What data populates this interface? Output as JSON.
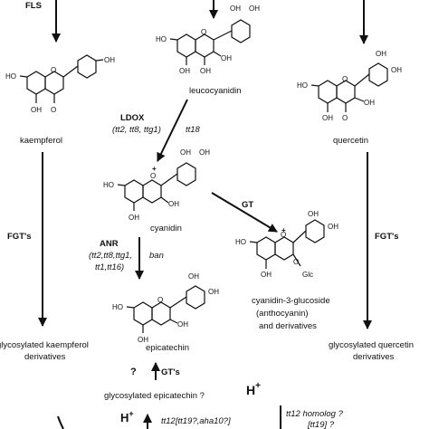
{
  "labels": {
    "fls": "FLS",
    "ldox": "LDOX",
    "ldox_genes": "(tt2, tt8, ttg1)",
    "tt18": "tt18",
    "gt": "GT",
    "anr": "ANR",
    "anr_genes_1": "(tt2,tt8,ttg1,",
    "anr_genes_2": "tt1,tt16)",
    "ban": "ban",
    "fgts_left": "FGT's",
    "fgts_right": "FGT's",
    "gts": "GT's",
    "q_mark_gts": "?",
    "q_mark_bottom": "?",
    "h_plus_left": "H",
    "h_plus_right": "H",
    "plus_sign": "+",
    "tt12_line": "tt12[tt19?,aha10?]",
    "tt12_homolog": "tt12 homolog ?",
    "tt19_line": "[tt19] ?"
  },
  "compounds": {
    "kaempferol": "kaempferol",
    "leucocyanidin": "leucocyanidin",
    "quercetin": "quercetin",
    "cyanidin": "cyanidin",
    "cyanidin3g_1": "cyanidin-3-glucoside",
    "cyanidin3g_2": "(anthocyanin)",
    "cyanidin3g_3": "and derivatives",
    "epicatechin": "epicatechin",
    "gly_kaempferol_1": "glycosylated kaempferol",
    "gly_kaempferol_2": "derivatives",
    "gly_quercetin_1": "glycosylated quercetin",
    "gly_quercetin_2": "derivatives",
    "gly_epicatechin": "glycosylated epicatechin ?"
  },
  "atoms": {
    "oh": "OH",
    "ho": "HO",
    "o": "O",
    "glc": "Glc",
    "plus": "+"
  },
  "colors": {
    "ink": "#111111",
    "background": "#ffffff"
  }
}
